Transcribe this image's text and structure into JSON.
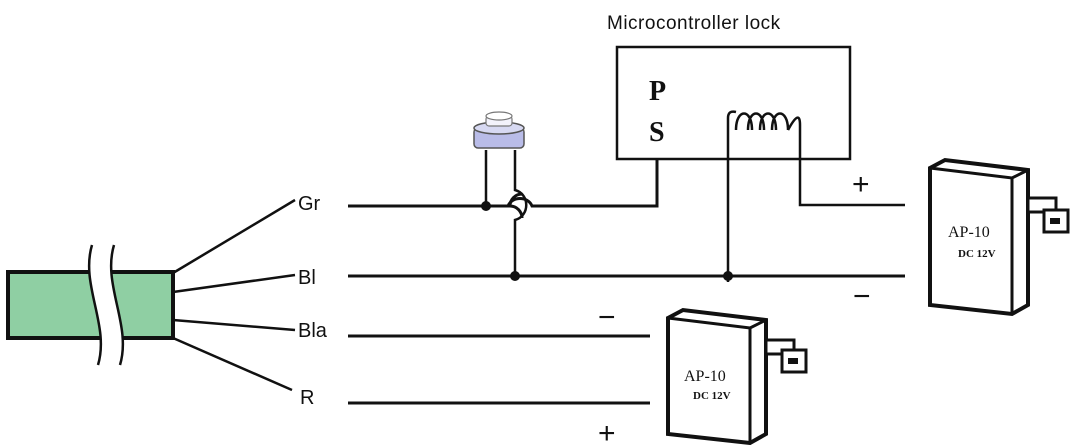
{
  "lock": {
    "title": "Microcontroller lock",
    "p": "P",
    "s": "S"
  },
  "wires": {
    "gr": "Gr",
    "bl": "Bl",
    "bla": "Bla",
    "r": "R"
  },
  "adapter_top": {
    "model": "AP-10",
    "rating": "DC 12V",
    "plus": "+",
    "minus": "−"
  },
  "adapter_bottom": {
    "model": "AP-10",
    "rating": "DC 12V",
    "plus": "+",
    "minus": "−"
  },
  "colors": {
    "cable": "#8fcfa3",
    "button_cap": "#b9bce8"
  }
}
